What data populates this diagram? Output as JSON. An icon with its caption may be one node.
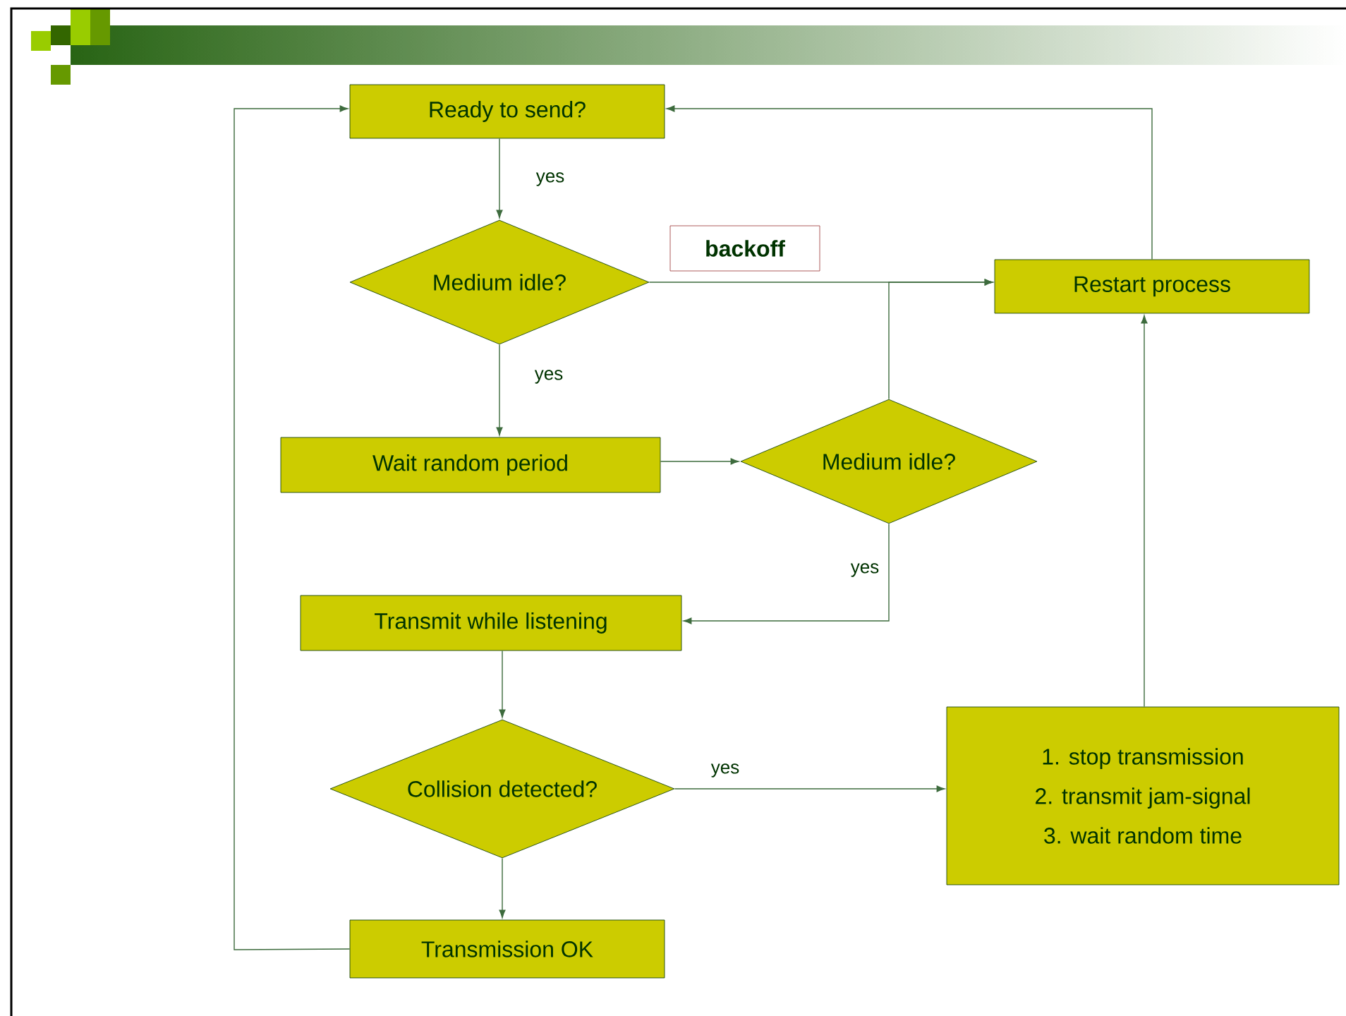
{
  "diagram": {
    "nodes": [
      {
        "text": [
          "Ready to send?"
        ]
      },
      {
        "text": [
          "Medium idle?"
        ]
      },
      {
        "text": [
          "backoff"
        ]
      },
      {
        "text": [
          "Restart process"
        ]
      },
      {
        "text": [
          "Wait random period"
        ]
      },
      {
        "text": [
          "Medium idle?"
        ]
      },
      {
        "text": [
          "Transmit while listening"
        ]
      },
      {
        "text": [
          "Collision detected?"
        ]
      },
      {
        "text": [
          "1. stop transmission",
          "2. transmit jam-signal",
          "3. wait random time"
        ]
      },
      {
        "text": [
          "Transmission OK"
        ]
      }
    ],
    "edges": [
      {
        "from": 0,
        "to": 1,
        "arrow": "to",
        "label": "yes"
      },
      {
        "from": 1,
        "to": 3,
        "arrow": "to"
      },
      {
        "from": 5,
        "to": 3,
        "arrow": "to"
      },
      {
        "from": 3,
        "to": 0,
        "arrow": "to"
      },
      {
        "from": 1,
        "to": 4,
        "arrow": "to",
        "label": "yes"
      },
      {
        "from": 4,
        "to": 5,
        "arrow": "to"
      },
      {
        "from": 5,
        "to": 6,
        "arrow": "to",
        "label": "yes"
      },
      {
        "from": 6,
        "to": 7,
        "arrow": "to"
      },
      {
        "from": 7,
        "to": 8,
        "arrow": "to",
        "label": "yes"
      },
      {
        "from": 8,
        "to": 3,
        "arrow": "to"
      },
      {
        "from": 7,
        "to": 9,
        "arrow": "to"
      },
      {
        "from": 9,
        "to": 0,
        "arrow": "to"
      }
    ]
  }
}
